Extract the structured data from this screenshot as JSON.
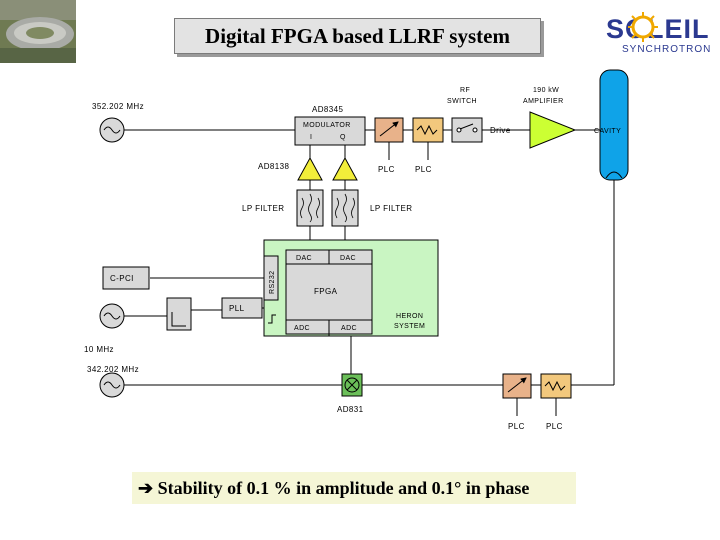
{
  "title": "Digital FPGA based LLRF system",
  "logo": {
    "word": "SOLEIL",
    "sub": "SYNCHROTRON",
    "brand_color": "#2b3990",
    "sun_color": "#f0a800"
  },
  "labels": {
    "freq_top": "352.202 MHz",
    "ad8345": "AD8345",
    "modulator": "MODULATOR",
    "mod_i": "I",
    "mod_q": "Q",
    "rf_switch_1": "RF",
    "rf_switch_2": "SWITCH",
    "amplifier_1": "190 kW",
    "amplifier_2": "AMPLIFIER",
    "drive": "Drive",
    "cavity": "CAVITY",
    "ad8138": "AD8138",
    "plc_1": "PLC",
    "plc_2": "PLC",
    "lp_filter_left": "LP FILTER",
    "lp_filter_right": "LP FILTER",
    "dac_1": "DAC",
    "dac_2": "DAC",
    "c_pci": "C-PCI",
    "rs232": "RS232",
    "fpga": "FPGA",
    "pll": "PLL",
    "adc_1": "ADC",
    "adc_2": "ADC",
    "heron_1": "HERON",
    "heron_2": "SYSTEM",
    "freq_10": "10 MHz",
    "freq_bottom": "342.202 MHz",
    "ad831": "AD831",
    "plc_3": "PLC",
    "plc_4": "PLC"
  },
  "footer": "➔ Stability of 0.1 % in amplitude and 0.1° in phase",
  "colors": {
    "triangle": "#f2ee3a",
    "board": "#c9f5c2",
    "box_fill": "#d9d9d9",
    "phase_box": "#e8b28a",
    "attenuator_box": "#f2c87d",
    "amplifier": "#ccff33",
    "cavity": "#0fa3e8",
    "mixer": "#6bbf59",
    "footer_bg": "#f5f6d6"
  }
}
